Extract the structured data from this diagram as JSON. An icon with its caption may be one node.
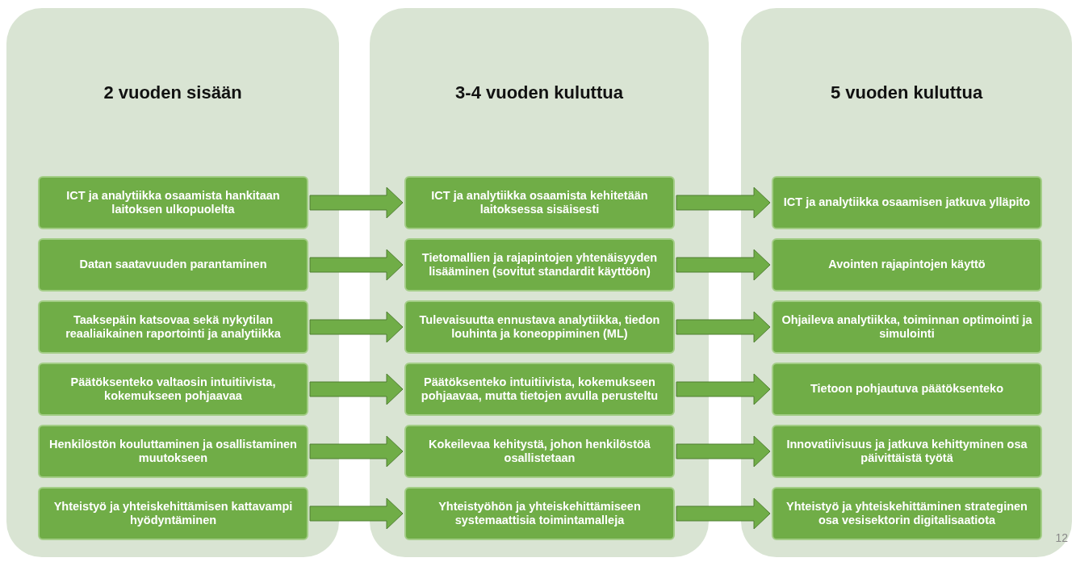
{
  "diagram": {
    "nodes": [
      {
        "text": [
          "2 vuoden sisään"
        ]
      },
      {
        "text": [
          "ICT ja analytiikka osaamista hankitaan laitoksen ulkopuolelta"
        ],
        "in": 0
      },
      {
        "text": [
          "Datan saatavuuden parantaminen"
        ],
        "in": 0
      },
      {
        "text": [
          "Taaksepäin katsovaa sekä nykytilan reaaliaikainen raportointi ja analytiikka"
        ],
        "in": 0
      },
      {
        "text": [
          "Päätöksenteko valtaosin intuitiivista, kokemukseen pohjaavaa"
        ],
        "in": 0
      },
      {
        "text": [
          "Henkilöstön kouluttaminen ja osallistaminen muutokseen"
        ],
        "in": 0
      },
      {
        "text": [
          "Yhteistyö ja yhteiskehittämisen kattavampi hyödyntäminen"
        ],
        "in": 0
      },
      {
        "text": [
          "3-4 vuoden kuluttua"
        ]
      },
      {
        "text": [
          "ICT ja analytiikka osaamista kehitetään laitoksessa sisäisesti"
        ],
        "in": 7
      },
      {
        "text": [
          "Tietomallien ja rajapintojen yhtenäisyyden lisääminen (sovitut standardit käyttöön)"
        ],
        "in": 7
      },
      {
        "text": [
          "Tulevaisuutta ennustava analytiikka, tiedon louhinta ja koneoppiminen (ML)"
        ],
        "in": 7
      },
      {
        "text": [
          "Päätöksenteko intuitiivista, kokemukseen pohjaavaa, mutta tietojen avulla perusteltu"
        ],
        "in": 7
      },
      {
        "text": [
          "Kokeilevaa kehitystä, johon henkilöstöä osallistetaan"
        ],
        "in": 7
      },
      {
        "text": [
          "Yhteistyöhön ja yhteiskehittämiseen systemaattisia toimintamalleja"
        ],
        "in": 7
      },
      {
        "text": [
          "5 vuoden kuluttua"
        ]
      },
      {
        "text": [
          "ICT ja analytiikka osaamisen jatkuva ylläpito"
        ],
        "in": 14
      },
      {
        "text": [
          "Avointen rajapintojen käyttö"
        ],
        "in": 14
      },
      {
        "text": [
          "Ohjaileva analytiikka, toiminnan optimointi ja simulointi"
        ],
        "in": 14
      },
      {
        "text": [
          "Tietoon pohjautuva päätöksenteko"
        ],
        "in": 14
      },
      {
        "text": [
          "Innovatiivisuus ja jatkuva kehittyminen osa päivittäistä työtä"
        ],
        "in": 14
      },
      {
        "text": [
          "Yhteistyö ja yhteiskehittäminen strateginen osa vesisektorin digitalisaatiota"
        ],
        "in": 14
      }
    ],
    "edges": [
      {
        "from": 1,
        "to": 8,
        "arrow": "to"
      },
      {
        "from": 2,
        "to": 9,
        "arrow": "to"
      },
      {
        "from": 3,
        "to": 10,
        "arrow": "to"
      },
      {
        "from": 4,
        "to": 11,
        "arrow": "to"
      },
      {
        "from": 5,
        "to": 12,
        "arrow": "to"
      },
      {
        "from": 6,
        "to": 13,
        "arrow": "to"
      },
      {
        "from": 8,
        "to": 15,
        "arrow": "to"
      },
      {
        "from": 9,
        "to": 16,
        "arrow": "to"
      },
      {
        "from": 10,
        "to": 17,
        "arrow": "to"
      },
      {
        "from": 11,
        "to": 18,
        "arrow": "to"
      },
      {
        "from": 12,
        "to": 19,
        "arrow": "to"
      },
      {
        "from": 13,
        "to": 20,
        "arrow": "to"
      }
    ],
    "labels": [
      "12"
    ]
  }
}
